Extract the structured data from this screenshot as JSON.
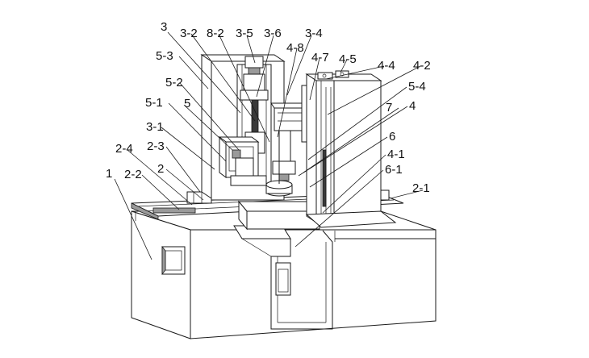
{
  "labels": {
    "l_1": "1",
    "l_2": "2",
    "l_2_1": "2-1",
    "l_2_2": "2-2",
    "l_2_3": "2-3",
    "l_2_4": "2-4",
    "l_3": "3",
    "l_3_1": "3-1",
    "l_3_2": "3-2",
    "l_3_4": "3-4",
    "l_3_5": "3-5",
    "l_3_6": "3-6",
    "l_4": "4",
    "l_4_1": "4-1",
    "l_4_2": "4-2",
    "l_4_4": "4-4",
    "l_4_5": "4-5",
    "l_4_7": "4-7",
    "l_4_8": "4-8",
    "l_5": "5",
    "l_5_1": "5-1",
    "l_5_2": "5-2",
    "l_5_3": "5-3",
    "l_5_4": "5-4",
    "l_6": "6",
    "l_6_1": "6-1",
    "l_7": "7",
    "l_8_2": "8-2"
  }
}
